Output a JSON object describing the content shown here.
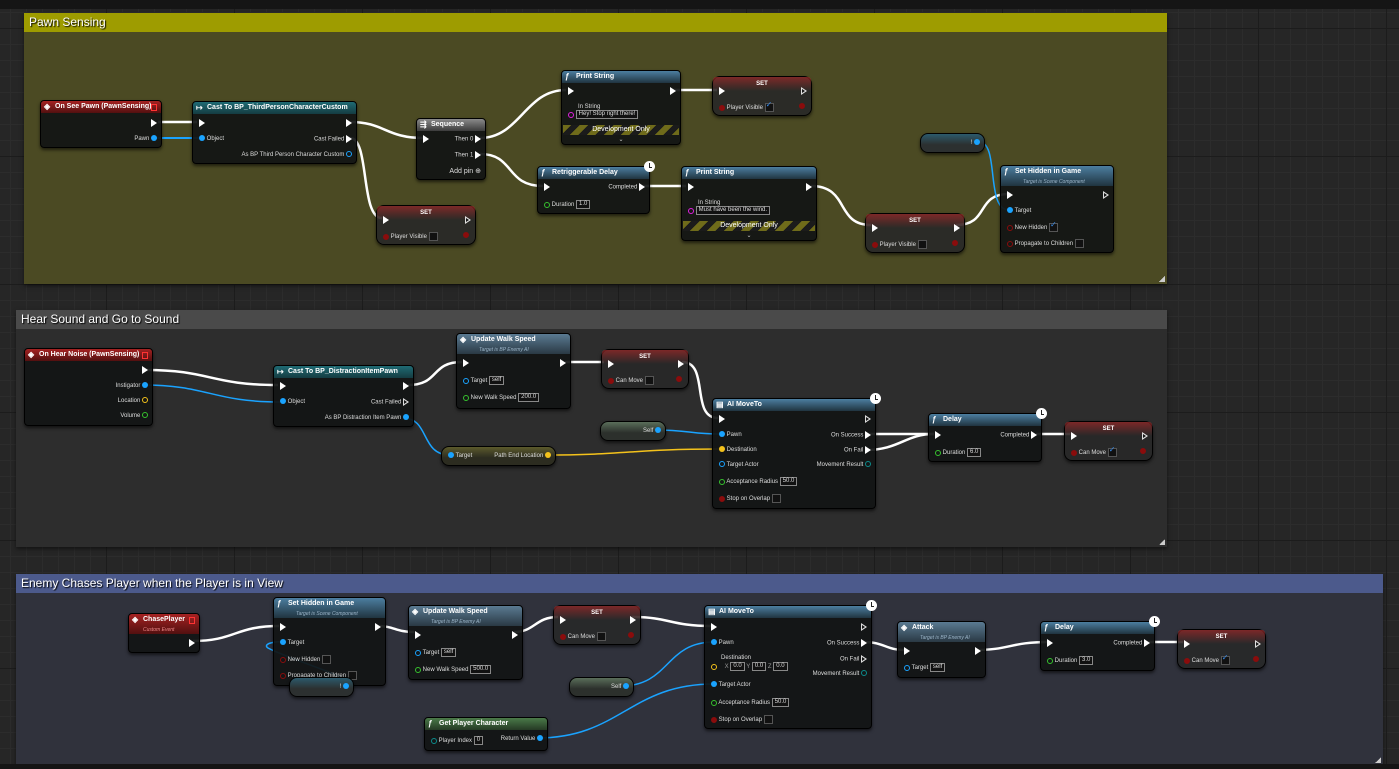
{
  "comments": [
    {
      "title": "Pawn Sensing",
      "color": "#9e9c00"
    },
    {
      "title": "Hear Sound and Go to Sound",
      "color": "#4a4a4a"
    },
    {
      "title": "Enemy Chases Player when the Player is in View",
      "color": "#4c5a8c"
    }
  ],
  "pawn_sensing": {
    "on_see_pawn": {
      "title": "On See Pawn (PawnSensing)",
      "pin_pawn": "Pawn"
    },
    "cast": {
      "title": "Cast To BP_ThirdPersonCharacterCustom",
      "pin_object": "Object",
      "pin_cast_failed": "Cast Failed",
      "pin_as": "As BP Third Person Character Custom"
    },
    "sequence": {
      "title": "Sequence",
      "then0": "Then 0",
      "then1": "Then 1",
      "add_pin": "Add pin"
    },
    "print1": {
      "title": "Print String",
      "in_string_label": "In String",
      "in_string": "Hey! Stop right there!",
      "dev_only": "Development Only"
    },
    "set1": {
      "title": "SET",
      "var": "Player Visible",
      "checked": true
    },
    "set_fail": {
      "title": "SET",
      "var": "Player Visible",
      "checked": false
    },
    "retrig_delay": {
      "title": "Retriggerable Delay",
      "completed": "Completed",
      "duration_label": "Duration",
      "duration": "1.0"
    },
    "print2": {
      "title": "Print String",
      "in_string_label": "In String",
      "in_string": "Must have been the wind.",
      "dev_only": "Development Only"
    },
    "set2": {
      "title": "SET",
      "var": "Player Visible",
      "checked": false
    },
    "var_ref": {
      "label": "!"
    },
    "set_hidden": {
      "title": "Set Hidden in Game",
      "subtitle": "Target is Scene Component",
      "target": "Target",
      "new_hidden": "New Hidden",
      "new_hidden_checked": true,
      "propagate": "Propagate to Children",
      "propagate_checked": false
    }
  },
  "hear_sound": {
    "on_hear_noise": {
      "title": "On Hear Noise (PawnSensing)",
      "instigator": "Instigator",
      "location": "Location",
      "volume": "Volume"
    },
    "cast": {
      "title": "Cast To BP_DistractionItemPawn",
      "pin_object": "Object",
      "pin_cast_failed": "Cast Failed",
      "pin_as": "As BP Distraction Item Pawn"
    },
    "update_walk": {
      "title": "Update Walk Speed",
      "subtitle": "Target is BP Enemy AI",
      "target": "Target",
      "target_val": "self",
      "speed_label": "New Walk Speed",
      "speed": "200.0"
    },
    "set": {
      "title": "SET",
      "var": "Can Move",
      "checked": false
    },
    "self_node": {
      "label": "Self"
    },
    "path_end": {
      "target": "Target",
      "output": "Path End Location"
    },
    "ai_moveto": {
      "title": "AI MoveTo",
      "pawn": "Pawn",
      "destination": "Destination",
      "target_actor": "Target Actor",
      "acceptance": "Acceptance Radius",
      "acceptance_val": "50.0",
      "stop_overlap": "Stop on Overlap",
      "on_success": "On Success",
      "on_fail": "On Fail",
      "movement_result": "Movement Result"
    },
    "delay": {
      "title": "Delay",
      "completed": "Completed",
      "duration_label": "Duration",
      "duration": "6.0"
    },
    "set_end": {
      "title": "SET",
      "var": "Can Move",
      "checked": true
    }
  },
  "chase": {
    "chase_event": {
      "title": "ChasePlayer",
      "subtitle": "Custom Event"
    },
    "set_hidden": {
      "title": "Set Hidden in Game",
      "subtitle": "Target is Scene Component",
      "target": "Target",
      "new_hidden": "New Hidden",
      "new_hidden_checked": false,
      "propagate": "Propagate to Children",
      "propagate_checked": false
    },
    "var_ref": {
      "label": "!"
    },
    "update_walk": {
      "title": "Update Walk Speed",
      "subtitle": "Target is BP Enemy AI",
      "target": "Target",
      "target_val": "self",
      "speed_label": "New Walk Speed",
      "speed": "500.0"
    },
    "set": {
      "title": "SET",
      "var": "Can Move",
      "checked": false
    },
    "self_node": {
      "label": "Self"
    },
    "ai_moveto": {
      "title": "AI MoveTo",
      "pawn": "Pawn",
      "destination": "Destination",
      "x": "0.0",
      "y": "0.0",
      "z": "0.0",
      "target_actor": "Target Actor",
      "acceptance": "Acceptance Radius",
      "acceptance_val": "50.0",
      "stop_overlap": "Stop on Overlap",
      "on_success": "On Success",
      "on_fail": "On Fail",
      "movement_result": "Movement Result"
    },
    "attack": {
      "title": "Attack",
      "subtitle": "Target is BP Enemy AI",
      "target": "Target",
      "target_val": "self"
    },
    "delay": {
      "title": "Delay",
      "completed": "Completed",
      "duration_label": "Duration",
      "duration": "3.0"
    },
    "set_end": {
      "title": "SET",
      "var": "Can Move",
      "checked": true
    },
    "get_player": {
      "title": "Get Player Character",
      "index_label": "Player Index",
      "index": "0",
      "return": "Return Value"
    }
  },
  "labels": {
    "x": "X",
    "y": "Y",
    "z": "Z"
  }
}
